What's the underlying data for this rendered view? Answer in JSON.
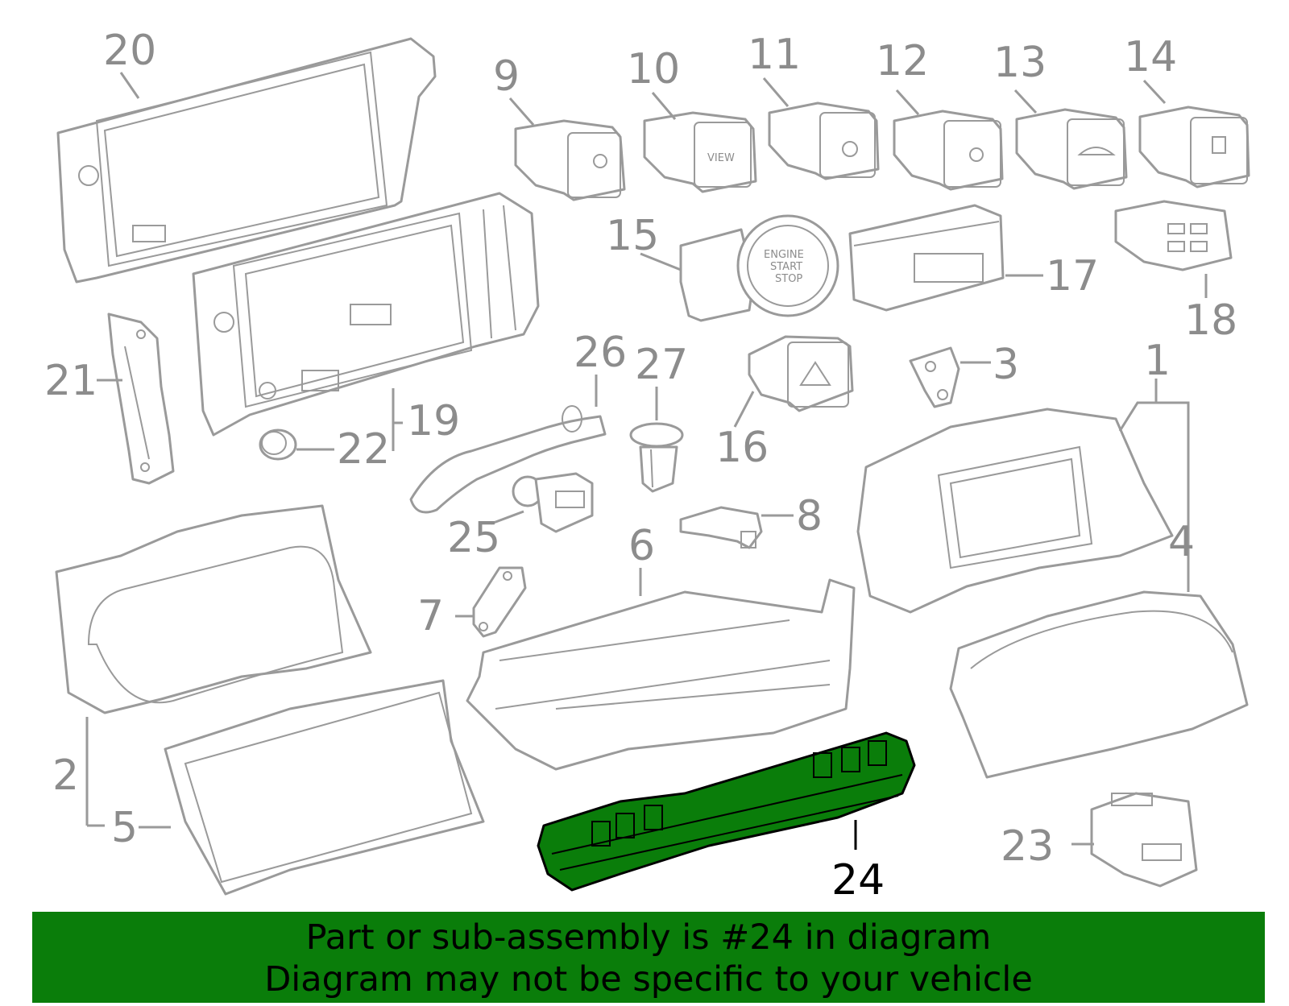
{
  "callouts": {
    "c1": "1",
    "c2": "2",
    "c3": "3",
    "c4": "4",
    "c5": "5",
    "c6": "6",
    "c7": "7",
    "c8": "8",
    "c9": "9",
    "c10": "10",
    "c11": "11",
    "c12": "12",
    "c13": "13",
    "c14": "14",
    "c15": "15",
    "c16": "16",
    "c17": "17",
    "c18": "18",
    "c19": "19",
    "c20": "20",
    "c21": "21",
    "c22": "22",
    "c23": "23",
    "c24": "24",
    "c25": "25",
    "c26": "26",
    "c27": "27"
  },
  "highlighted_part": "24",
  "part_labels": {
    "view_switch": "VIEW",
    "engine_line1": "ENGINE",
    "engine_line2": "START",
    "engine_line3": "STOP"
  },
  "banner": {
    "line1": "Part or sub-assembly is #24 in diagram",
    "line2": "Diagram may not be specific to your vehicle"
  },
  "colors": {
    "highlight": "#0a7d0a",
    "line_art": "#9a9a9a",
    "background": "#ffffff"
  }
}
